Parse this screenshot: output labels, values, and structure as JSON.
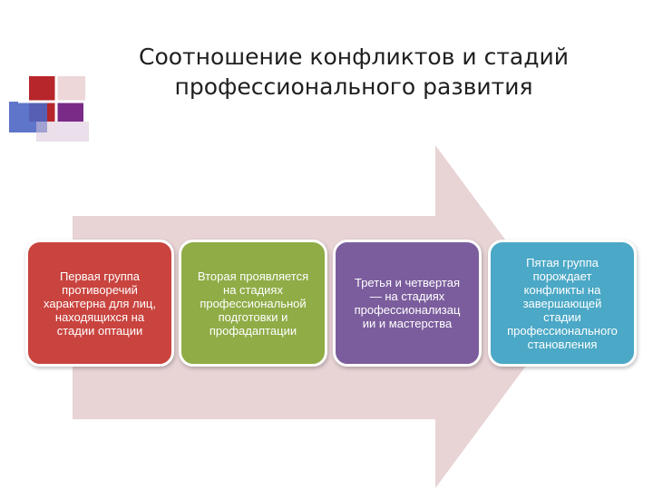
{
  "title": {
    "line1": "Соотношение конфликтов и стадий",
    "line2": "профессионального развития"
  },
  "colors": {
    "arrow": "#e8d3d5",
    "box1": "#c9443f",
    "box2": "#8fac46",
    "box3": "#7b5d9d",
    "box4": "#4ba8c6",
    "deco_red": "#b7262a",
    "deco_purple": "#7a2a87",
    "deco_blue": "#4d66c4"
  },
  "boxes": [
    {
      "lines": [
        "Первая группа",
        "противоречий",
        "характерна для лиц,",
        "находящихся на",
        "стадии оптации"
      ]
    },
    {
      "lines": [
        "Вторая проявляется",
        "на стадиях",
        "профессиональной",
        "подготовки и",
        "профадаптации"
      ]
    },
    {
      "lines": [
        "Третья и четвертая",
        "— на стадиях",
        "профессионализац",
        "ии и мастерства"
      ]
    },
    {
      "lines": [
        "Пятая группа",
        "порождает",
        "конфликты на",
        "завершающей",
        "стадии",
        "профессионального",
        "становления"
      ]
    }
  ]
}
